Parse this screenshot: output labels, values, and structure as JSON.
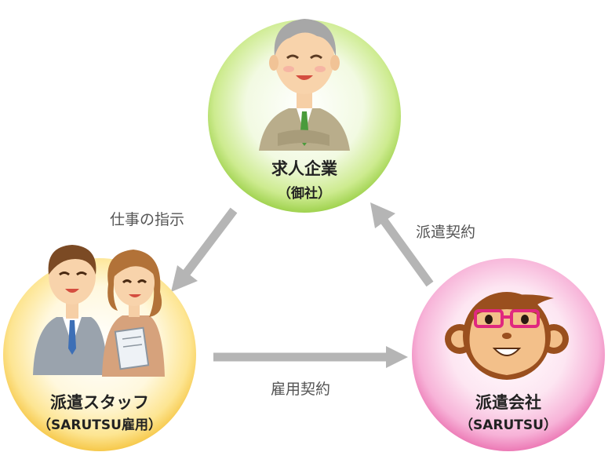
{
  "nodes": {
    "client": {
      "title": "求人企業",
      "subtitle": "（御社）"
    },
    "staff": {
      "title": "派遣スタッフ",
      "subtitle": "（SARUTSU雇用）"
    },
    "agency": {
      "title": "派遣会社",
      "subtitle": "（SARUTSU）"
    }
  },
  "edges": {
    "work_instruction": "仕事の指示",
    "dispatch_contract": "派遣契約",
    "employment_contract": "雇用契約"
  },
  "colors": {
    "client_circle": "#c9e98a",
    "staff_circle": "#fbe48a",
    "agency_circle": "#f5a3cf",
    "arrow": "#b5b5b5",
    "text": "#222222",
    "edge_text": "#555555"
  },
  "icons": {
    "client": "businessman-icon",
    "staff": "staff-couple-icon",
    "agency": "monkey-mascot-icon"
  }
}
